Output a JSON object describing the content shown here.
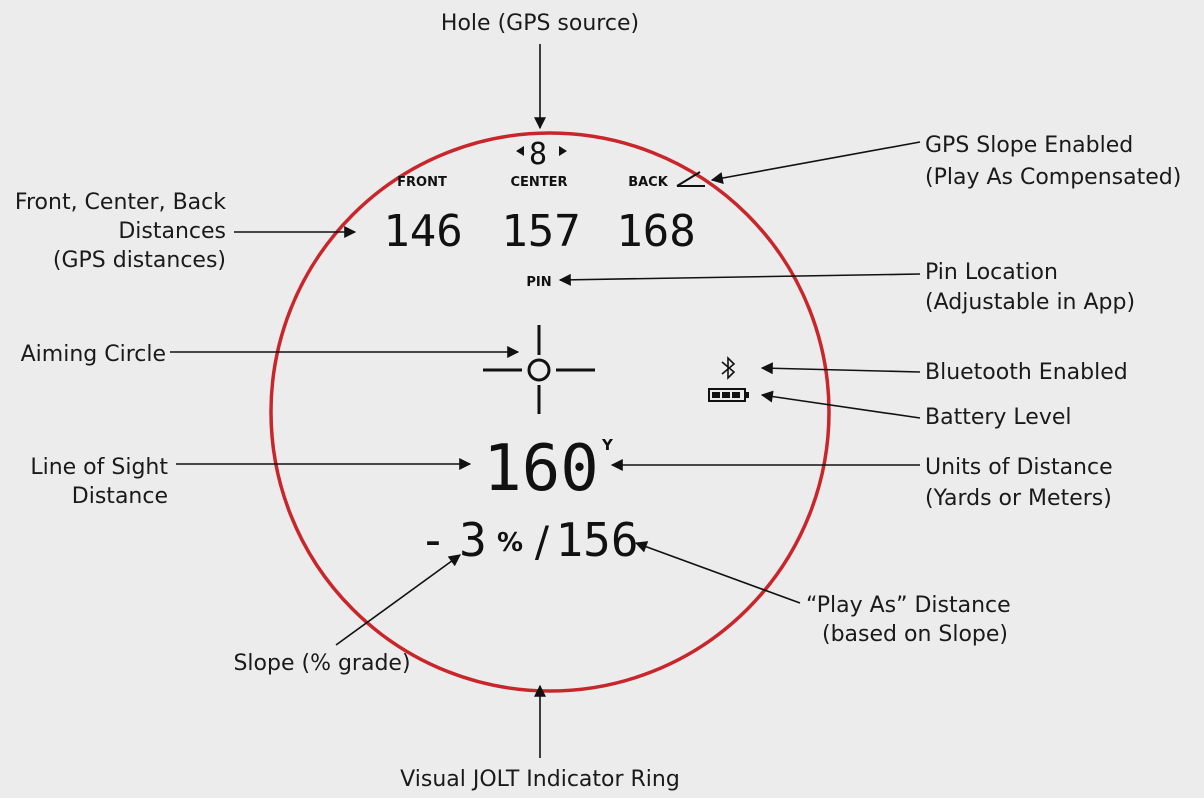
{
  "labels": {
    "hole_gps_source": "Hole (GPS source)",
    "gps_slope_line1": "GPS Slope Enabled",
    "gps_slope_line2": "(Play As Compensated)",
    "fcb_line1": "Front, Center, Back",
    "fcb_line2": "Distances",
    "fcb_line3": "(GPS distances)",
    "pin_line1": "Pin Location",
    "pin_line2": "(Adjustable in App)",
    "aiming_circle": "Aiming Circle",
    "bluetooth": "Bluetooth Enabled",
    "battery": "Battery Level",
    "los_line1": "Line of Sight",
    "los_line2": "Distance",
    "units_line1": "Units of Distance",
    "units_line2": "(Yards or Meters)",
    "play_as_line1": "“Play As” Distance",
    "play_as_line2": "(based on Slope)",
    "slope_grade": "Slope (% grade)",
    "jolt_ring": "Visual JOLT Indicator Ring"
  },
  "display": {
    "hole_number": "8",
    "front_label": "FRONT",
    "center_label": "CENTER",
    "back_label": "BACK",
    "front_distance": "146",
    "center_distance": "157",
    "back_distance": "168",
    "pin_label": "PIN",
    "los_distance": "160",
    "unit": "Y",
    "slope_sign": "-",
    "slope_value": "3",
    "slope_percent": "%",
    "slash": "/",
    "play_as_distance": "156"
  },
  "colors": {
    "ring": "#c8262b",
    "background": "#ececec",
    "ink": "#111111"
  }
}
